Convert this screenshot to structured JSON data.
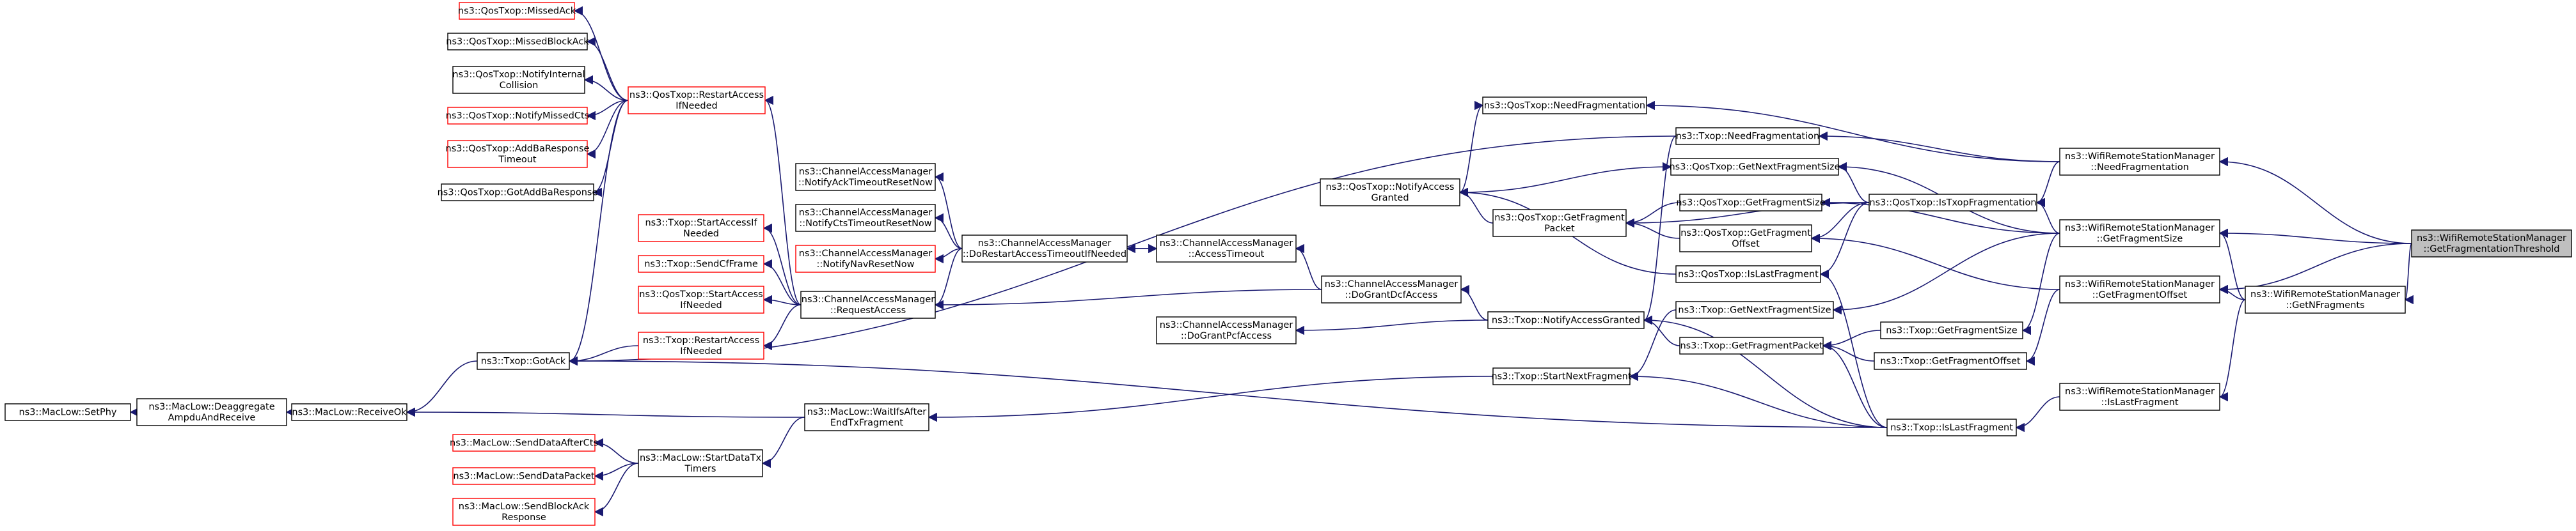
{
  "nodes": [
    {
      "id": "setphy",
      "lines": [
        "ns3::MacLow::SetPhy"
      ],
      "red": false
    },
    {
      "id": "deagg",
      "lines": [
        "ns3::MacLow::Deaggregate",
        "AmpduAndReceive"
      ],
      "red": false
    },
    {
      "id": "receiveok",
      "lines": [
        "ns3::MacLow::ReceiveOk"
      ],
      "red": false
    },
    {
      "id": "senddataafterrts",
      "lines": [
        "ns3::MacLow::SendDataAfterCts"
      ],
      "red": true
    },
    {
      "id": "senddatapacket",
      "lines": [
        "ns3::MacLow::SendDataPacket"
      ],
      "red": true
    },
    {
      "id": "sendblockack",
      "lines": [
        "ns3::MacLow::SendBlockAck",
        "Response"
      ],
      "red": true
    },
    {
      "id": "startdatatx",
      "lines": [
        "ns3::MacLow::StartDataTx",
        "Timers"
      ],
      "red": false
    },
    {
      "id": "waitifs",
      "lines": [
        "ns3::MacLow::WaitIfsAfter",
        "EndTxFragment"
      ],
      "red": false
    },
    {
      "id": "gotack",
      "lines": [
        "ns3::Txop::GotAck"
      ],
      "red": false
    },
    {
      "id": "missedack",
      "lines": [
        "ns3::QosTxop::MissedAck"
      ],
      "red": true
    },
    {
      "id": "missedblockack",
      "lines": [
        "ns3::QosTxop::MissedBlockAck"
      ],
      "red": false
    },
    {
      "id": "notifyinternal",
      "lines": [
        "ns3::QosTxop::NotifyInternal",
        "Collision"
      ],
      "red": false
    },
    {
      "id": "notifymissedcts",
      "lines": [
        "ns3::QosTxop::NotifyMissedCts"
      ],
      "red": true
    },
    {
      "id": "addbaresponse",
      "lines": [
        "ns3::QosTxop::AddBaResponse",
        "Timeout"
      ],
      "red": true
    },
    {
      "id": "gotaddba",
      "lines": [
        "ns3::QosTxop::GotAddBaResponse"
      ],
      "red": false
    },
    {
      "id": "restartaccess_qos",
      "lines": [
        "ns3::QosTxop::RestartAccess",
        "IfNeeded"
      ],
      "red": true
    },
    {
      "id": "cam_notifyack",
      "lines": [
        "ns3::ChannelAccessManager",
        "::NotifyAckTimeoutResetNow"
      ],
      "red": false
    },
    {
      "id": "cam_notifycts",
      "lines": [
        "ns3::ChannelAccessManager",
        "::NotifyCtsTimeoutResetNow"
      ],
      "red": false
    },
    {
      "id": "cam_notifynav",
      "lines": [
        "ns3::ChannelAccessManager",
        "::NotifyNavResetNow"
      ],
      "red": true
    },
    {
      "id": "cam_dorestart",
      "lines": [
        "ns3::ChannelAccessManager",
        "::DoRestartAccessTimeoutIfNeeded"
      ],
      "red": false
    },
    {
      "id": "txop_startaccess",
      "lines": [
        "ns3::Txop::StartAccessIf",
        "Needed"
      ],
      "red": true
    },
    {
      "id": "txop_sendcfframe",
      "lines": [
        "ns3::Txop::SendCfFrame"
      ],
      "red": true
    },
    {
      "id": "qostxop_startaccess",
      "lines": [
        "ns3::QosTxop::StartAccess",
        "IfNeeded"
      ],
      "red": true
    },
    {
      "id": "txop_restartaccess",
      "lines": [
        "ns3::Txop::RestartAccess",
        "IfNeeded"
      ],
      "red": true
    },
    {
      "id": "cam_requestaccess",
      "lines": [
        "ns3::ChannelAccessManager",
        "::RequestAccess"
      ],
      "red": false
    },
    {
      "id": "cam_accesstimeout",
      "lines": [
        "ns3::ChannelAccessManager",
        "::AccessTimeout"
      ],
      "red": false
    },
    {
      "id": "cam_dograntdcf",
      "lines": [
        "ns3::ChannelAccessManager",
        "::DoGrantDcfAccess"
      ],
      "red": false
    },
    {
      "id": "cam_dograntpcf",
      "lines": [
        "ns3::ChannelAccessManager",
        "::DoGrantPcfAccess"
      ],
      "red": false
    },
    {
      "id": "qos_needfrag",
      "lines": [
        "ns3::QosTxop::NeedFragmentation"
      ],
      "red": false
    },
    {
      "id": "qos_notifyaccess",
      "lines": [
        "ns3::QosTxop::NotifyAccess",
        "Granted"
      ],
      "red": false
    },
    {
      "id": "qos_getfragpacket",
      "lines": [
        "ns3::QosTxop::GetFragment",
        "Packet"
      ],
      "red": false
    },
    {
      "id": "txop_notifyaccess",
      "lines": [
        "ns3::Txop::NotifyAccessGranted"
      ],
      "red": false
    },
    {
      "id": "txop_startnextfrag",
      "lines": [
        "ns3::Txop::StartNextFragment"
      ],
      "red": false
    },
    {
      "id": "txop_needfrag",
      "lines": [
        "ns3::Txop::NeedFragmentation"
      ],
      "red": false
    },
    {
      "id": "qos_getnextfragsize",
      "lines": [
        "ns3::QosTxop::GetNextFragmentSize"
      ],
      "red": false
    },
    {
      "id": "qos_getfragsize",
      "lines": [
        "ns3::QosTxop::GetFragmentSize"
      ],
      "red": false
    },
    {
      "id": "qos_getfragoffset",
      "lines": [
        "ns3::QosTxop::GetFragment",
        "Offset"
      ],
      "red": false
    },
    {
      "id": "qos_islastfrag",
      "lines": [
        "ns3::QosTxop::IsLastFragment"
      ],
      "red": false
    },
    {
      "id": "txop_getnextfragsize",
      "lines": [
        "ns3::Txop::GetNextFragmentSize"
      ],
      "red": false
    },
    {
      "id": "txop_getfragpacket",
      "lines": [
        "ns3::Txop::GetFragmentPacket"
      ],
      "red": false
    },
    {
      "id": "qos_istxopfrag",
      "lines": [
        "ns3::QosTxop::IsTxopFragmentation"
      ],
      "red": false
    },
    {
      "id": "txop_getfragsize",
      "lines": [
        "ns3::Txop::GetFragmentSize"
      ],
      "red": false
    },
    {
      "id": "txop_getfragoffset",
      "lines": [
        "ns3::Txop::GetFragmentOffset"
      ],
      "red": false
    },
    {
      "id": "txop_islastfrag",
      "lines": [
        "ns3::Txop::IsLastFragment"
      ],
      "red": false
    },
    {
      "id": "wrsm_needfrag",
      "lines": [
        "ns3::WifiRemoteStationManager",
        "::NeedFragmentation"
      ],
      "red": false
    },
    {
      "id": "wrsm_getfragsize",
      "lines": [
        "ns3::WifiRemoteStationManager",
        "::GetFragmentSize"
      ],
      "red": false
    },
    {
      "id": "wrsm_getfragoffset",
      "lines": [
        "ns3::WifiRemoteStationManager",
        "::GetFragmentOffset"
      ],
      "red": false
    },
    {
      "id": "wrsm_islastfrag",
      "lines": [
        "ns3::WifiRemoteStationManager",
        "::IsLastFragment"
      ],
      "red": false
    },
    {
      "id": "wrsm_getnfrag",
      "lines": [
        "ns3::WifiRemoteStationManager",
        "::GetNFragments"
      ],
      "red": false
    },
    {
      "id": "root",
      "lines": [
        "ns3::WifiRemoteStationManager",
        "::GetFragmentationThreshold"
      ],
      "red": false,
      "root": true
    }
  ],
  "edges": [
    [
      "deagg",
      "setphy"
    ],
    [
      "receiveok",
      "deagg"
    ],
    [
      "gotack",
      "receiveok"
    ],
    [
      "waitifs",
      "receiveok"
    ],
    [
      "startdatatx",
      "senddataafterrts"
    ],
    [
      "startdatatx",
      "senddatapacket"
    ],
    [
      "startdatatx",
      "sendblockack"
    ],
    [
      "waitifs",
      "startdatatx"
    ],
    [
      "restartaccess_qos",
      "gotack"
    ],
    [
      "txop_restartaccess",
      "gotack"
    ],
    [
      "restartaccess_qos",
      "missedack"
    ],
    [
      "restartaccess_qos",
      "missedblockack"
    ],
    [
      "restartaccess_qos",
      "notifyinternal"
    ],
    [
      "restartaccess_qos",
      "notifymissedcts"
    ],
    [
      "restartaccess_qos",
      "addbaresponse"
    ],
    [
      "restartaccess_qos",
      "gotaddba"
    ],
    [
      "cam_requestaccess",
      "restartaccess_qos"
    ],
    [
      "cam_requestaccess",
      "txop_startaccess"
    ],
    [
      "cam_requestaccess",
      "txop_sendcfframe"
    ],
    [
      "cam_requestaccess",
      "qostxop_startaccess"
    ],
    [
      "cam_requestaccess",
      "txop_restartaccess"
    ],
    [
      "cam_dorestart",
      "cam_notifyack"
    ],
    [
      "cam_dorestart",
      "cam_notifycts"
    ],
    [
      "cam_dorestart",
      "cam_notifynav"
    ],
    [
      "cam_dorestart",
      "cam_requestaccess"
    ],
    [
      "cam_dorestart",
      "cam_accesstimeout"
    ],
    [
      "cam_accesstimeout",
      "cam_dorestart"
    ],
    [
      "cam_dograntdcf",
      "cam_accesstimeout"
    ],
    [
      "cam_dograntdcf",
      "cam_requestaccess"
    ],
    [
      "txop_notifyaccess",
      "cam_dograntdcf"
    ],
    [
      "txop_notifyaccess",
      "cam_dograntpcf"
    ],
    [
      "qos_notifyaccess",
      "qos_needfrag"
    ],
    [
      "qos_notifyaccess",
      "qos_getnextfragsize"
    ],
    [
      "qos_getfragpacket",
      "qos_notifyaccess"
    ],
    [
      "qos_islastfrag",
      "qos_notifyaccess"
    ],
    [
      "txop_needfrag",
      "gotack"
    ],
    [
      "txop_needfrag",
      "txop_notifyaccess"
    ],
    [
      "txop_startnextfrag",
      "waitifs"
    ],
    [
      "txop_getnextfragsize",
      "txop_startnextfrag"
    ],
    [
      "txop_getfragpacket",
      "txop_notifyaccess"
    ],
    [
      "txop_islastfrag",
      "txop_notifyaccess"
    ],
    [
      "txop_islastfrag",
      "gotack"
    ],
    [
      "qos_getfragsize",
      "qos_getfragpacket"
    ],
    [
      "qos_getfragoffset",
      "qos_getfragpacket"
    ],
    [
      "qos_istxopfrag",
      "qos_getnextfragsize"
    ],
    [
      "qos_istxopfrag",
      "qos_getfragsize"
    ],
    [
      "qos_istxopfrag",
      "qos_getfragoffset"
    ],
    [
      "qos_istxopfrag",
      "qos_islastfrag"
    ],
    [
      "qos_istxopfrag",
      "qos_getfragpacket"
    ],
    [
      "txop_getfragsize",
      "txop_getfragpacket"
    ],
    [
      "txop_getfragoffset",
      "txop_getfragpacket"
    ],
    [
      "wrsm_needfrag",
      "qos_needfrag"
    ],
    [
      "wrsm_needfrag",
      "txop_needfrag"
    ],
    [
      "wrsm_needfrag",
      "qos_istxopfrag"
    ],
    [
      "wrsm_getfragsize",
      "qos_getnextfragsize"
    ],
    [
      "wrsm_getfragsize",
      "qos_getfragsize"
    ],
    [
      "wrsm_getfragsize",
      "qos_istxopfrag"
    ],
    [
      "wrsm_getfragsize",
      "txop_getnextfragsize"
    ],
    [
      "wrsm_getfragsize",
      "txop_getfragsize"
    ],
    [
      "wrsm_getfragoffset",
      "qos_getfragoffset"
    ],
    [
      "wrsm_getfragoffset",
      "txop_getfragoffset"
    ],
    [
      "wrsm_islastfrag",
      "txop_islastfrag"
    ],
    [
      "txop_islastfrag",
      "txop_getfragpacket"
    ],
    [
      "txop_islastfrag",
      "qos_islastfrag"
    ],
    [
      "txop_islastfrag",
      "txop_startnextfrag"
    ],
    [
      "wrsm_getnfrag",
      "wrsm_getfragsize"
    ],
    [
      "wrsm_getnfrag",
      "wrsm_getfragoffset"
    ],
    [
      "wrsm_getnfrag",
      "wrsm_islastfrag"
    ],
    [
      "root",
      "wrsm_needfrag"
    ],
    [
      "root",
      "wrsm_getfragsize"
    ],
    [
      "root",
      "wrsm_getfragoffset"
    ],
    [
      "root",
      "wrsm_getnfrag"
    ]
  ],
  "colors": {
    "edge": "#191970",
    "red_border": "#ff0000",
    "root_fill": "#bfbfbf"
  }
}
